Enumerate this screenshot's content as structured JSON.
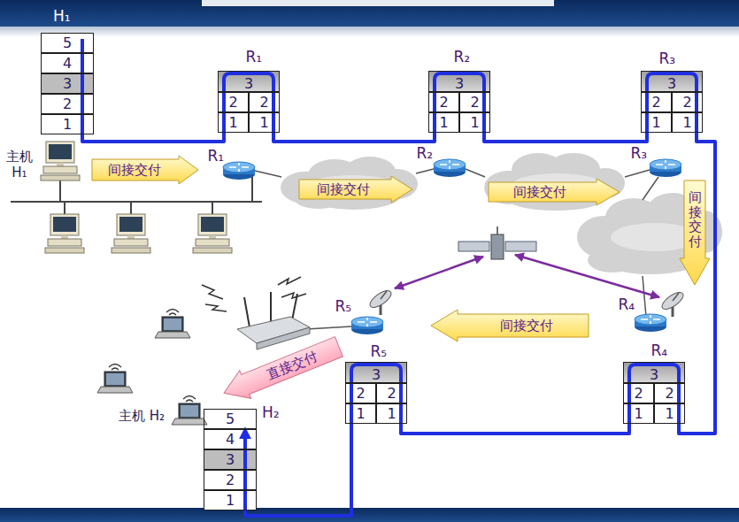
{
  "diagram": {
    "nodes": [
      {
        "text": [
          "H₁"
        ]
      },
      {
        "text": [
          "5"
        ],
        "in": 0
      },
      {
        "text": [
          "4"
        ],
        "in": 0
      },
      {
        "text": [
          "3"
        ],
        "in": 0
      },
      {
        "text": [
          "2"
        ],
        "in": 0
      },
      {
        "text": [
          "1"
        ],
        "in": 0
      },
      {
        "text": [
          "R₁"
        ]
      },
      {
        "text": [
          "3"
        ],
        "in": 6
      },
      {
        "text": [
          "2"
        ],
        "in": 6
      },
      {
        "text": [
          "2"
        ],
        "in": 6
      },
      {
        "text": [
          "1"
        ],
        "in": 6
      },
      {
        "text": [
          "1"
        ],
        "in": 6
      },
      {
        "text": [
          "R₂"
        ]
      },
      {
        "text": [
          "3"
        ],
        "in": 12
      },
      {
        "text": [
          "2"
        ],
        "in": 12
      },
      {
        "text": [
          "2"
        ],
        "in": 12
      },
      {
        "text": [
          "1"
        ],
        "in": 12
      },
      {
        "text": [
          "1"
        ],
        "in": 12
      },
      {
        "text": [
          "R₃"
        ]
      },
      {
        "text": [
          "3"
        ],
        "in": 18
      },
      {
        "text": [
          "2"
        ],
        "in": 18
      },
      {
        "text": [
          "2"
        ],
        "in": 18
      },
      {
        "text": [
          "1"
        ],
        "in": 18
      },
      {
        "text": [
          "1"
        ],
        "in": 18
      },
      {
        "text": [
          "主机 H₁"
        ]
      },
      {
        "text": [
          "间接交付"
        ]
      },
      {
        "text": [
          "R₁"
        ]
      },
      {
        "text": [
          "间接交付"
        ]
      },
      {
        "text": [
          "R₂"
        ]
      },
      {
        "text": [
          "间接交付"
        ]
      },
      {
        "text": [
          "R₃"
        ]
      },
      {
        "text": [
          "间接交付"
        ]
      },
      {
        "text": [
          "R₅"
        ]
      },
      {
        "text": [
          "间接交付"
        ]
      },
      {
        "text": [
          "R₄"
        ]
      },
      {
        "text": [
          "直接交付"
        ]
      },
      {
        "text": [
          "R₅"
        ]
      },
      {
        "text": [
          "3"
        ],
        "in": 36
      },
      {
        "text": [
          "2"
        ],
        "in": 36
      },
      {
        "text": [
          "2"
        ],
        "in": 36
      },
      {
        "text": [
          "1"
        ],
        "in": 36
      },
      {
        "text": [
          "1"
        ],
        "in": 36
      },
      {
        "text": [
          "R₄"
        ]
      },
      {
        "text": [
          "3"
        ],
        "in": 42
      },
      {
        "text": [
          "2"
        ],
        "in": 42
      },
      {
        "text": [
          "2"
        ],
        "in": 42
      },
      {
        "text": [
          "1"
        ],
        "in": 42
      },
      {
        "text": [
          "1"
        ],
        "in": 42
      },
      {
        "text": [
          "主机 H₂"
        ]
      },
      {
        "text": [
          "H₂"
        ]
      },
      {
        "text": [
          "5"
        ],
        "in": 49
      },
      {
        "text": [
          "4"
        ],
        "in": 49
      },
      {
        "text": [
          "3"
        ],
        "in": 49
      },
      {
        "text": [
          "2"
        ],
        "in": 49
      },
      {
        "text": [
          "1"
        ],
        "in": 49
      }
    ],
    "edges": [
      {
        "from": 1,
        "to": 7,
        "arrow": "none"
      },
      {
        "from": 7,
        "to": 13,
        "arrow": "none"
      },
      {
        "from": 13,
        "to": 19,
        "arrow": "none"
      },
      {
        "from": 19,
        "to": 43,
        "arrow": "none"
      },
      {
        "from": 43,
        "to": 37,
        "arrow": "none"
      },
      {
        "from": 37,
        "to": 50,
        "arrow": "to"
      }
    ]
  }
}
